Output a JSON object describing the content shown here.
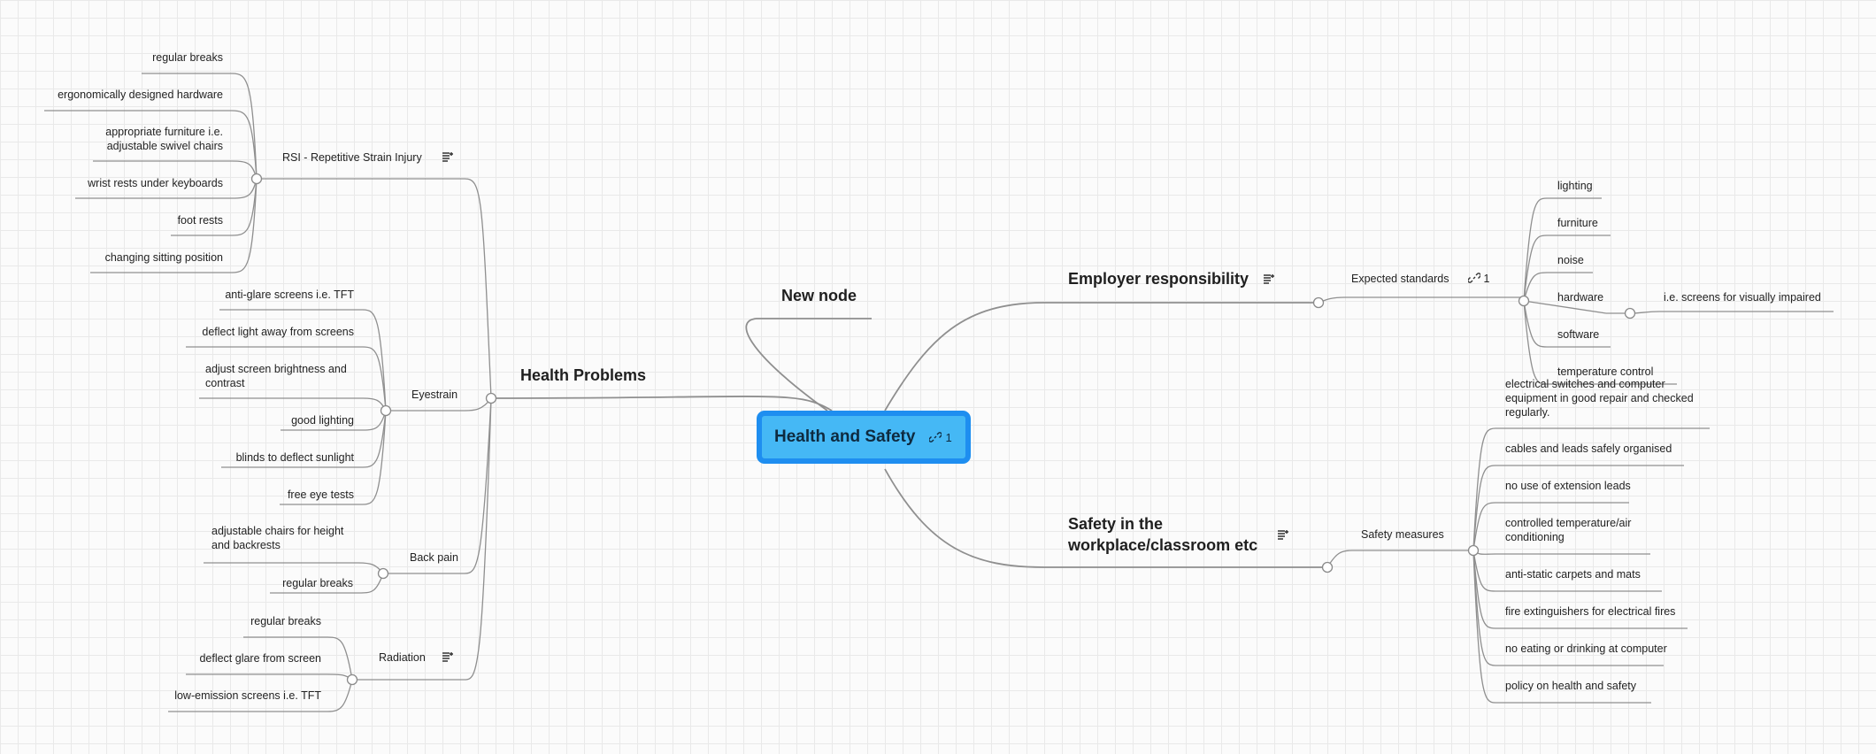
{
  "central": {
    "title": "Health and Safety",
    "link_count": "1"
  },
  "new_node": "New node",
  "health_problems": {
    "label": "Health Problems",
    "rsi": {
      "label": "RSI - Repetitive Strain Injury",
      "items": [
        "regular breaks",
        "ergonomically designed hardware",
        "appropriate furniture i.e.\nadjustable swivel chairs",
        "wrist rests under keyboards",
        "foot rests",
        "changing sitting position"
      ]
    },
    "eyestrain": {
      "label": "Eyestrain",
      "items": [
        "anti-glare screens i.e. TFT",
        "deflect light away from screens",
        "adjust screen brightness and\ncontrast",
        "good lighting",
        "blinds to deflect sunlight",
        "free eye tests"
      ]
    },
    "back_pain": {
      "label": "Back pain",
      "items": [
        "adjustable chairs for height\nand backrests",
        "regular breaks"
      ]
    },
    "radiation": {
      "label": "Radiation",
      "items": [
        "regular breaks",
        "deflect glare from screen",
        "low-emission screens i.e. TFT"
      ]
    }
  },
  "employer": {
    "label": "Employer responsibility",
    "expected": {
      "label": "Expected standards",
      "link_count": "1",
      "items": [
        "lighting",
        "furniture",
        "noise",
        "hardware",
        "software",
        "temperature control"
      ],
      "hardware_child": "i.e. screens for visually impaired"
    }
  },
  "safety": {
    "label": "Safety in the\nworkplace/classroom etc",
    "measures": {
      "label": "Safety measures",
      "items": [
        "electrical switches and computer\nequipment in good repair and checked\nregularly.",
        "cables and leads safely organised",
        "no use of extension leads",
        "controlled temperature/air\nconditioning",
        "anti-static carpets and mats",
        "fire extinguishers for electrical fires",
        "no eating or drinking at computer",
        "policy on health and safety"
      ]
    }
  }
}
